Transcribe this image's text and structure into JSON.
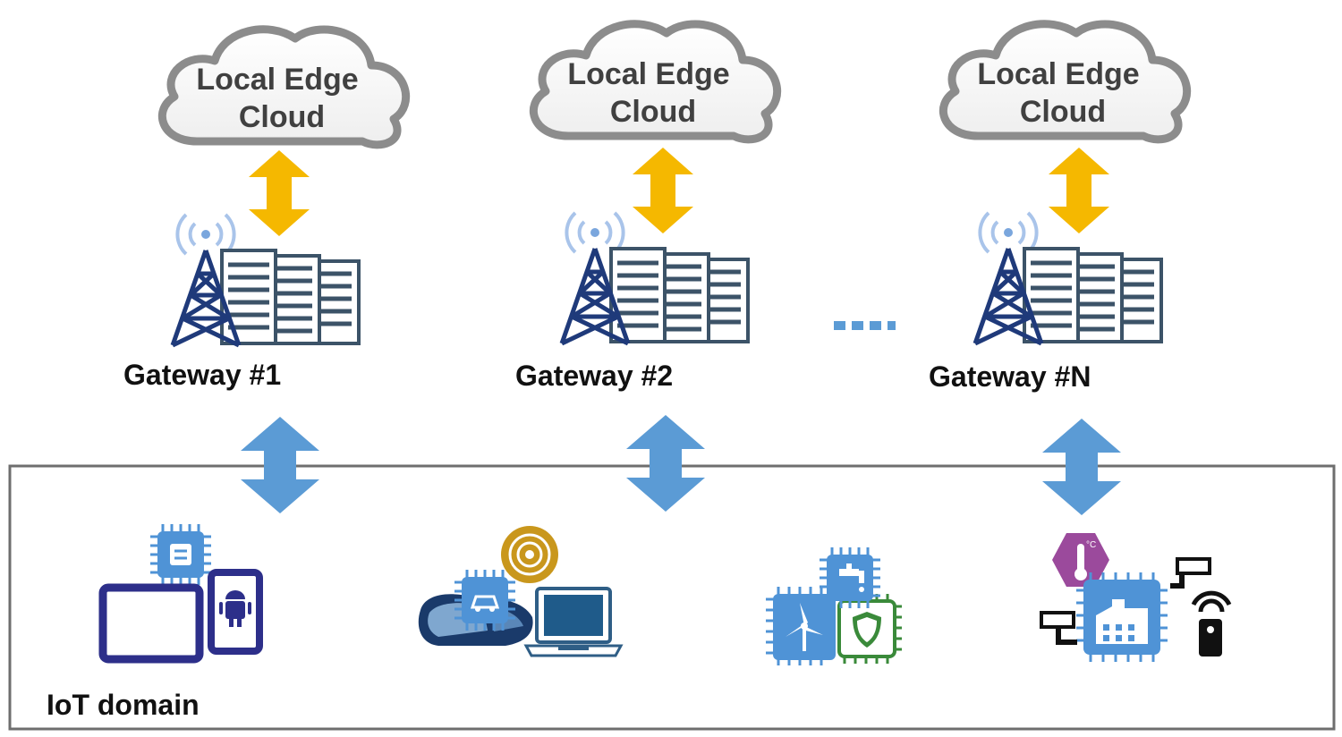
{
  "clouds": [
    {
      "line1": "Local Edge",
      "line2": "Cloud"
    },
    {
      "line1": "Local Edge",
      "line2": "Cloud"
    },
    {
      "line1": "Local Edge",
      "line2": "Cloud"
    }
  ],
  "gateways": [
    {
      "label": "Gateway #1"
    },
    {
      "label": "Gateway #2"
    },
    {
      "label": "Gateway #N"
    }
  ],
  "iot_domain": {
    "label": "IoT domain"
  },
  "icons": {
    "device_group_1": [
      "chip-icon",
      "tablet-icon",
      "android-phone-icon"
    ],
    "device_group_2": [
      "car-icon",
      "chip-car-icon",
      "broadcast-icon",
      "laptop-icon"
    ],
    "device_group_3": [
      "water-tap-chip-icon",
      "wind-turbine-chip-icon",
      "shield-chip-icon"
    ],
    "device_group_4": [
      "thermometer-icon",
      "factory-chip-icon",
      "camera-icon",
      "remote-icon"
    ]
  },
  "colors": {
    "cloud_stroke": "#8c8c8c",
    "cloud_to_gateway_arrow": "#f5b800",
    "gateway_to_iot_arrow": "#5b9bd5",
    "tower": "#1f3a7a",
    "server": "#3c5368",
    "chip": "#4f93d6",
    "domain_border": "#6e6e6e"
  }
}
